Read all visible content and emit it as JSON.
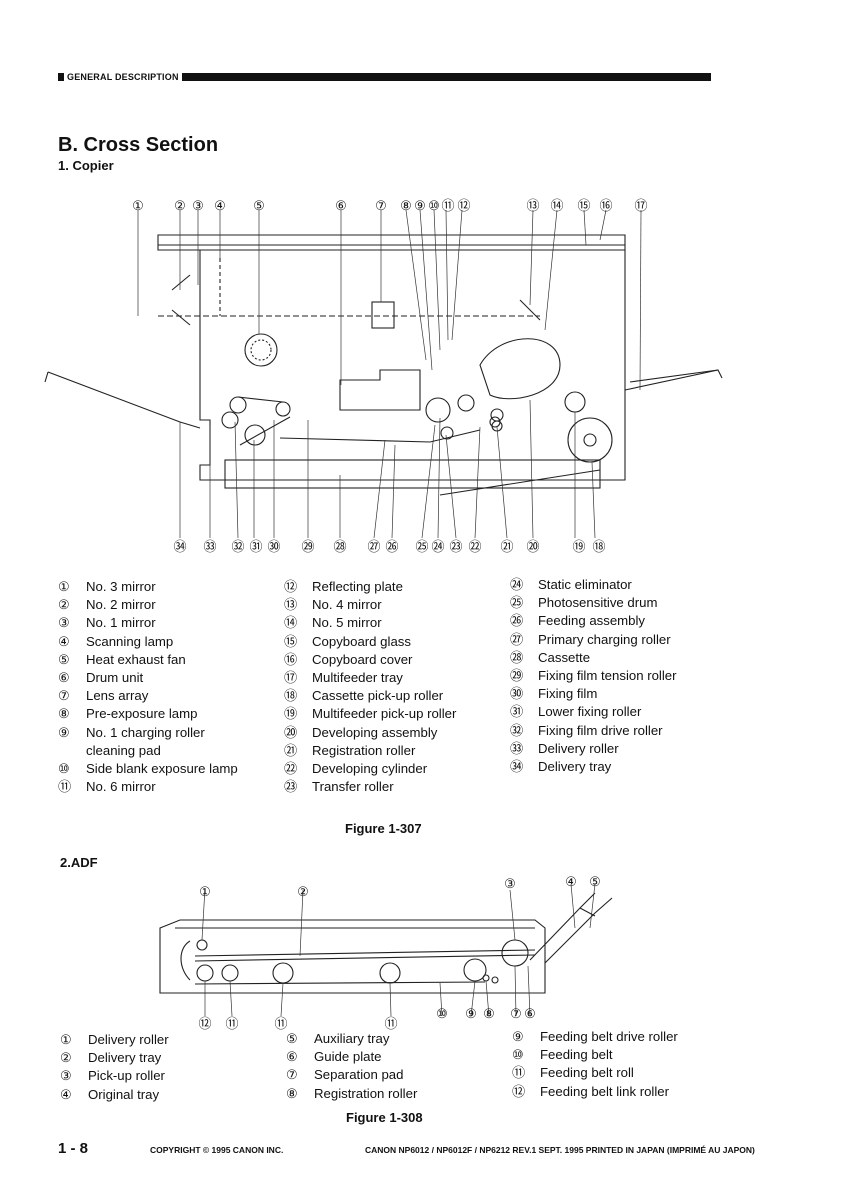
{
  "header": {
    "section_label": "GENERAL DESCRIPTION"
  },
  "section": {
    "title": "B. Cross Section",
    "subtitle_copier": "1.  Copier",
    "subtitle_adf": "2.ADF"
  },
  "figure1": {
    "caption": "Figure 1-307",
    "callouts": [
      "①",
      "②",
      "③",
      "④",
      "⑤",
      "⑥",
      "⑦",
      "⑧",
      "⑨",
      "⑩",
      "⑪",
      "⑫",
      "⑬",
      "⑭",
      "⑮",
      "⑯",
      "⑰",
      "⑱",
      "⑲",
      "⑳",
      "㉑",
      "㉒",
      "㉓",
      "㉔",
      "㉕",
      "㉖",
      "㉗",
      "㉘",
      "㉙",
      "㉚",
      "㉛",
      "㉜",
      "㉝",
      "㉞"
    ],
    "legend_col1": [
      {
        "num": "①",
        "text": "No. 3 mirror"
      },
      {
        "num": "②",
        "text": "No. 2 mirror"
      },
      {
        "num": "③",
        "text": "No. 1 mirror"
      },
      {
        "num": "④",
        "text": "Scanning lamp"
      },
      {
        "num": "⑤",
        "text": "Heat exhaust fan"
      },
      {
        "num": "⑥",
        "text": "Drum unit"
      },
      {
        "num": "⑦",
        "text": "Lens array"
      },
      {
        "num": "⑧",
        "text": "Pre-exposure lamp"
      },
      {
        "num": "⑨",
        "text": "No. 1 charging roller"
      },
      {
        "num": "",
        "text": "cleaning pad"
      },
      {
        "num": "⑩",
        "text": "Side blank exposure lamp"
      },
      {
        "num": "⑪",
        "text": "No. 6 mirror"
      }
    ],
    "legend_col2": [
      {
        "num": "⑫",
        "text": "Reflecting plate"
      },
      {
        "num": "⑬",
        "text": "No. 4 mirror"
      },
      {
        "num": "⑭",
        "text": "No. 5 mirror"
      },
      {
        "num": "⑮",
        "text": "Copyboard glass"
      },
      {
        "num": "⑯",
        "text": "Copyboard cover"
      },
      {
        "num": "⑰",
        "text": "Multifeeder tray"
      },
      {
        "num": "⑱",
        "text": "Cassette pick-up roller"
      },
      {
        "num": "⑲",
        "text": "Multifeeder pick-up roller"
      },
      {
        "num": "⑳",
        "text": "Developing assembly"
      },
      {
        "num": "㉑",
        "text": "Registration roller"
      },
      {
        "num": "㉒",
        "text": "Developing cylinder"
      },
      {
        "num": "㉓",
        "text": "Transfer roller"
      }
    ],
    "legend_col3": [
      {
        "num": "㉔",
        "text": "Static eliminator"
      },
      {
        "num": "㉕",
        "text": "Photosensitive drum"
      },
      {
        "num": "㉖",
        "text": "Feeding assembly"
      },
      {
        "num": "㉗",
        "text": "Primary charging roller"
      },
      {
        "num": "㉘",
        "text": "Cassette"
      },
      {
        "num": "㉙",
        "text": "Fixing film tension roller"
      },
      {
        "num": "㉚",
        "text": "Fixing film"
      },
      {
        "num": "㉛",
        "text": "Lower fixing roller"
      },
      {
        "num": "㉜",
        "text": "Fixing film drive roller"
      },
      {
        "num": "㉝",
        "text": "Delivery roller"
      },
      {
        "num": "㉞",
        "text": "Delivery tray"
      }
    ]
  },
  "figure2": {
    "caption": "Figure 1-308",
    "callouts": [
      "①",
      "②",
      "③",
      "④",
      "⑤",
      "⑥",
      "⑦",
      "⑧",
      "⑨",
      "⑩",
      "⑪",
      "⑫"
    ],
    "legend_col1": [
      {
        "num": "①",
        "text": "Delivery roller"
      },
      {
        "num": "②",
        "text": "Delivery tray"
      },
      {
        "num": "③",
        "text": "Pick-up roller"
      },
      {
        "num": "④",
        "text": "Original tray"
      }
    ],
    "legend_col2": [
      {
        "num": "⑤",
        "text": "Auxiliary tray"
      },
      {
        "num": "⑥",
        "text": "Guide plate"
      },
      {
        "num": "⑦",
        "text": "Separation pad"
      },
      {
        "num": "⑧",
        "text": "Registration roller"
      }
    ],
    "legend_col3": [
      {
        "num": "⑨",
        "text": "Feeding belt drive roller"
      },
      {
        "num": "⑩",
        "text": "Feeding belt"
      },
      {
        "num": "⑪",
        "text": "Feeding belt roll"
      },
      {
        "num": "⑫",
        "text": "Feeding belt link roller"
      }
    ]
  },
  "footer": {
    "page_number": "1 - 8",
    "copyright": "COPYRIGHT © 1995 CANON INC.",
    "model_info": "CANON NP6012 / NP6012F / NP6212  REV.1  SEPT. 1995  PRINTED IN JAPAN (IMPRIMÉ AU JAPON)"
  }
}
